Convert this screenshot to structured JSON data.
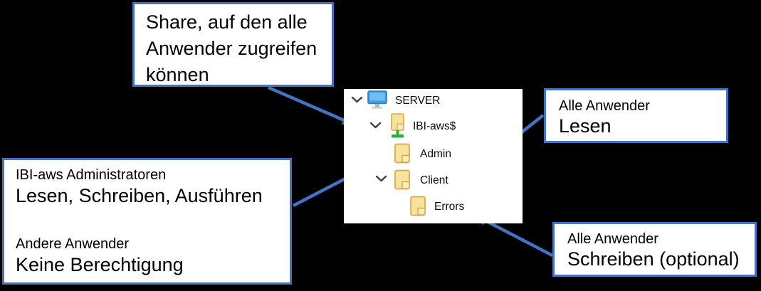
{
  "colors": {
    "accent_blue": "#4472C4",
    "background": "#000000",
    "panel_white": "#FFFFFF",
    "folder_fill": "#F7E39C",
    "folder_stroke": "#D9A843",
    "monitor_blue": "#3FA0E8",
    "share_green": "#2FAF2F"
  },
  "tree": {
    "items": [
      {
        "label": "SERVER",
        "icon": "computer-icon",
        "expanded": true,
        "level": 0
      },
      {
        "label": "IBI-aws$",
        "icon": "shared-folder-icon",
        "expanded": true,
        "level": 1
      },
      {
        "label": "Admin",
        "icon": "folder-icon",
        "expanded": null,
        "level": 2
      },
      {
        "label": "Client",
        "icon": "folder-icon",
        "expanded": true,
        "level": 2
      },
      {
        "label": "Errors",
        "icon": "folder-icon",
        "expanded": null,
        "level": 3
      }
    ]
  },
  "callouts": {
    "share": {
      "lines": [
        "Share, auf den alle",
        "Anwender zugreifen",
        "können"
      ],
      "target": "IBI-aws$"
    },
    "admin": {
      "title1": "IBI-aws Administratoren",
      "value1": "Lesen, Schreiben, Ausführen",
      "title2": "Andere Anwender",
      "value2": "Keine Berechtigung",
      "target": "Admin"
    },
    "client": {
      "title": "Alle Anwender",
      "value": "Lesen",
      "target": "Client"
    },
    "errors": {
      "title": "Alle Anwender",
      "value": "Schreiben (optional)",
      "target": "Errors"
    }
  }
}
